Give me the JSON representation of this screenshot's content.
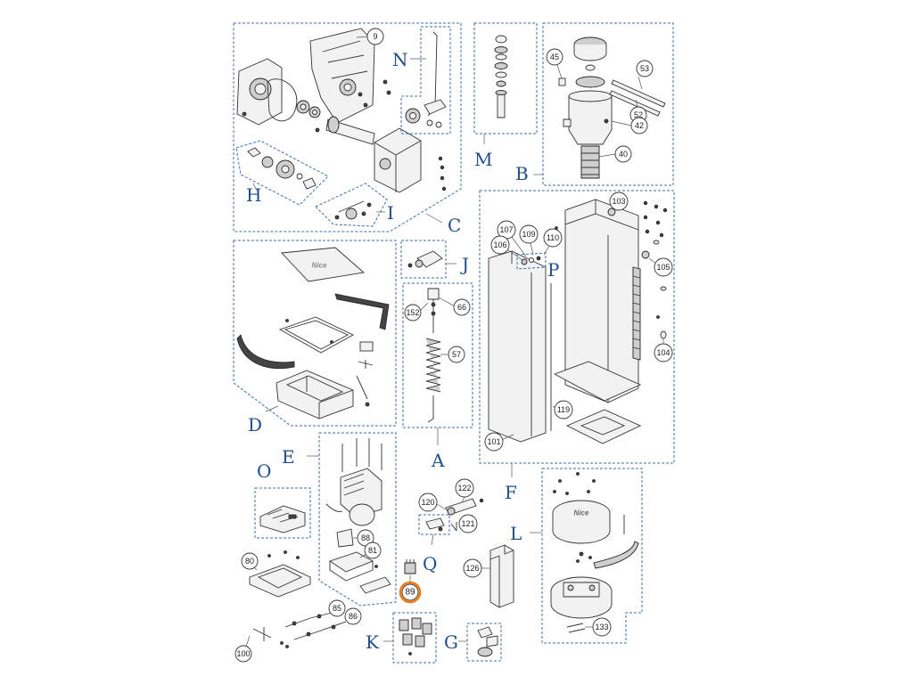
{
  "sections": {
    "A": "A",
    "B": "B",
    "C": "C",
    "D": "D",
    "E": "E",
    "F": "F",
    "G": "G",
    "H": "H",
    "I": "I",
    "J": "J",
    "K": "K",
    "L": "L",
    "M": "M",
    "N": "N",
    "O": "O",
    "P": "P",
    "Q": "Q"
  },
  "parts": {
    "p9": "9",
    "p45": "45",
    "p53": "53",
    "p52": "52",
    "p42": "42",
    "p40": "40",
    "p103": "103",
    "p107": "107",
    "p109": "109",
    "p106": "106",
    "p110": "110",
    "p105": "105",
    "p104": "104",
    "p119": "119",
    "p101": "101",
    "p152": "152",
    "p66": "66",
    "p57": "57",
    "p122": "122",
    "p120": "120",
    "p121": "121",
    "p126": "126",
    "p88": "88",
    "p81": "81",
    "p80": "80",
    "p89": "89",
    "p85": "85",
    "p86": "86",
    "p100": "100",
    "p133": "133"
  },
  "highlighted_part": "89",
  "logo_text": "Nice",
  "colors": {
    "section_label": "#1f4f8a",
    "dashed_border": "#3b6fa8",
    "highlight": "#f07b12"
  }
}
